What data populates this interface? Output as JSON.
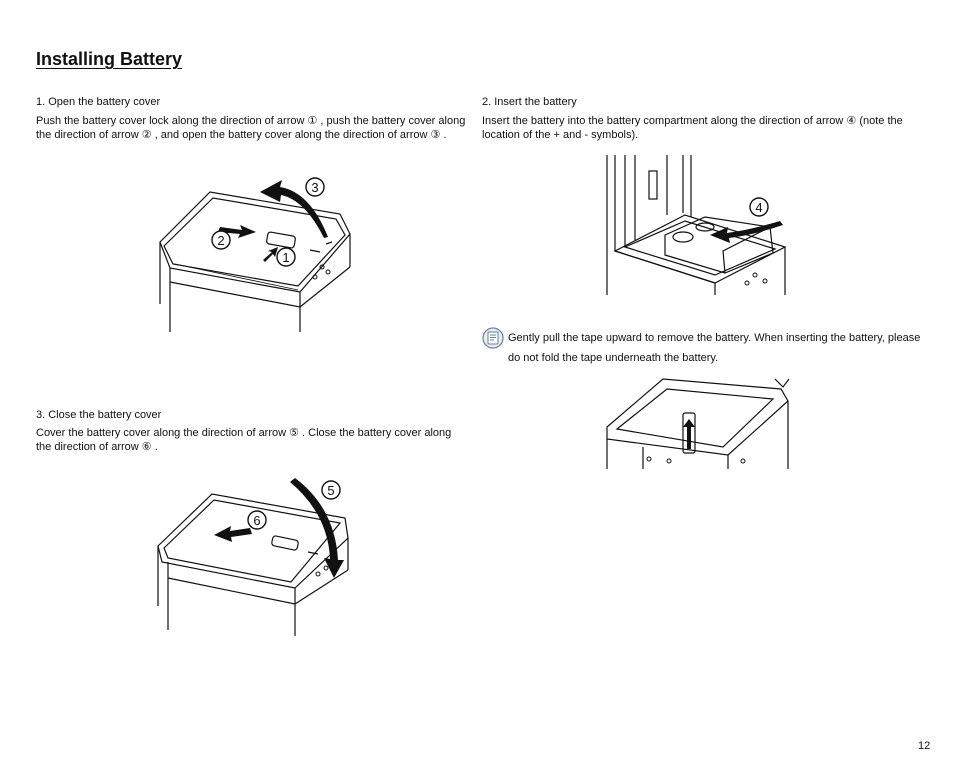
{
  "title": "Installing Battery",
  "sections": [
    {
      "heading": "1.  Open the battery cover",
      "text": "Push the battery cover lock along the direction of arrow ① , push the battery cover along the direction of arrow ② , and open the battery cover along the direction of arrow ③ ."
    },
    {
      "heading": "2.  Insert the battery",
      "text": "Insert the battery into the battery compartment along the direction of arrow ④ (note the location of the + and - symbols)."
    },
    {
      "heading": "3.  Close the battery cover",
      "text": "Cover the battery cover along the direction of arrow ⑤ . Close the battery cover along the direction of arrow ⑥ ."
    }
  ],
  "note": {
    "icon": "note-icon",
    "text": "Gently pull the tape upward to remove the battery. When inserting the battery, please do not fold the tape underneath the battery."
  },
  "figure_labels": {
    "fig1": [
      "1",
      "2",
      "3"
    ],
    "fig2": [
      "4"
    ],
    "fig4": [
      "5",
      "6"
    ]
  },
  "page_number": "12"
}
